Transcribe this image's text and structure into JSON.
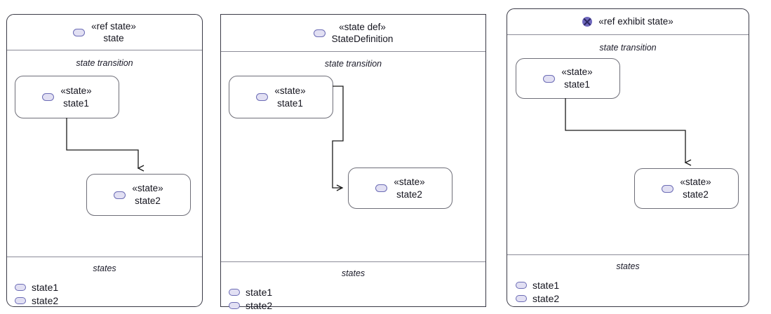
{
  "diagram": {
    "type": "sysml-state-diagram",
    "panel_count": 3,
    "colors": {
      "panel_border": "#3a3a46",
      "compartment_rule": "#8c8c98",
      "state_box_border": "#6e6e78",
      "state_icon_fill": "#e2e0f3",
      "state_icon_border": "#6b6bb5",
      "exhibit_icon_fill": "#6f68bd",
      "edge_stroke": "#1a1a1a",
      "text": "#14141e",
      "background": "#ffffff"
    }
  },
  "panels": [
    {
      "id": "panel-ref-state",
      "header": {
        "icon": "state-icon",
        "keyword": "«ref state»",
        "name": "state"
      },
      "transition_compartment": {
        "title": "state transition",
        "states": [
          {
            "icon": "state-icon",
            "keyword": "«state»",
            "name": "state1"
          },
          {
            "icon": "state-icon",
            "keyword": "«state»",
            "name": "state2"
          }
        ],
        "edges": [
          {
            "from": "state1",
            "to": "state2",
            "style": "orthogonal",
            "arrow": "open-down"
          }
        ]
      },
      "states_compartment": {
        "title": "states",
        "items": [
          {
            "icon": "state-icon",
            "label": "state1"
          },
          {
            "icon": "state-icon",
            "label": "state2"
          }
        ]
      }
    },
    {
      "id": "panel-state-def",
      "header": {
        "icon": "state-icon",
        "keyword": "«state def»",
        "name": "StateDefinition"
      },
      "transition_compartment": {
        "title": "state transition",
        "states": [
          {
            "icon": "state-icon",
            "keyword": "«state»",
            "name": "state1"
          },
          {
            "icon": "state-icon",
            "keyword": "«state»",
            "name": "state2"
          }
        ],
        "edges": [
          {
            "from": "state1",
            "to": "state2",
            "style": "orthogonal-s",
            "arrow": "open-right"
          }
        ]
      },
      "states_compartment": {
        "title": "states",
        "items": [
          {
            "icon": "state-icon",
            "label": "state1"
          },
          {
            "icon": "state-icon",
            "label": "state2"
          }
        ]
      }
    },
    {
      "id": "panel-ref-exhibit-state",
      "header": {
        "icon": "exhibit-icon",
        "keyword": "«ref exhibit state»",
        "name": ""
      },
      "transition_compartment": {
        "title": "state transition",
        "states": [
          {
            "icon": "state-icon",
            "keyword": "«state»",
            "name": "state1"
          },
          {
            "icon": "state-icon",
            "keyword": "«state»",
            "name": "state2"
          }
        ],
        "edges": [
          {
            "from": "state1",
            "to": "state2",
            "style": "orthogonal",
            "arrow": "open-down"
          }
        ]
      },
      "states_compartment": {
        "title": "states",
        "items": [
          {
            "icon": "state-icon",
            "label": "state1"
          },
          {
            "icon": "state-icon",
            "label": "state2"
          }
        ]
      }
    }
  ]
}
